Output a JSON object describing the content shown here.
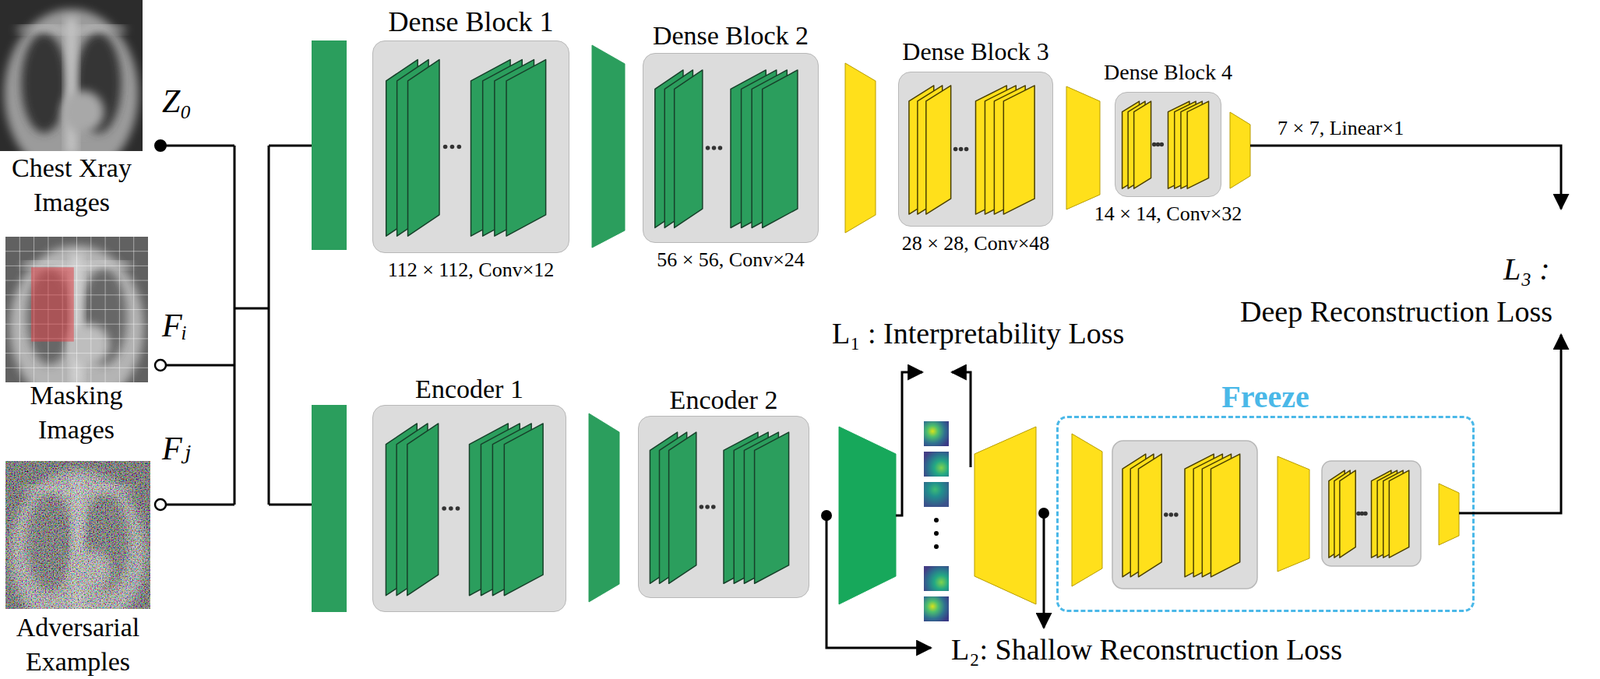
{
  "diagram": {
    "nodes": [
      {
        "text": [
          "Dense Block 1",
          "112 × 112, Conv×12"
        ]
      },
      {
        "text": [
          "Dense Block 2",
          "56 × 56, Conv×24"
        ]
      },
      {
        "text": [
          "Dense Block 3",
          "28 × 28, Conv×48"
        ]
      },
      {
        "text": [
          "Dense Block 4",
          "14 × 14, Conv×32"
        ]
      },
      {
        "text": [
          "Encoder 1"
        ]
      },
      {
        "text": [
          "Encoder 2"
        ]
      },
      {
        "text": [
          "Freeze"
        ]
      }
    ],
    "labels": [
      "Z₀",
      "Chest Xray Images",
      "Fᵢ",
      "Masking Images",
      "Fⱼ",
      "Adversarial Examples",
      "7 × 7, Linear×1",
      "L₃ :",
      "Deep Reconstruction Loss",
      "L₁ : Interpretability Loss",
      "L₂: Shallow Reconstruction Loss"
    ]
  }
}
